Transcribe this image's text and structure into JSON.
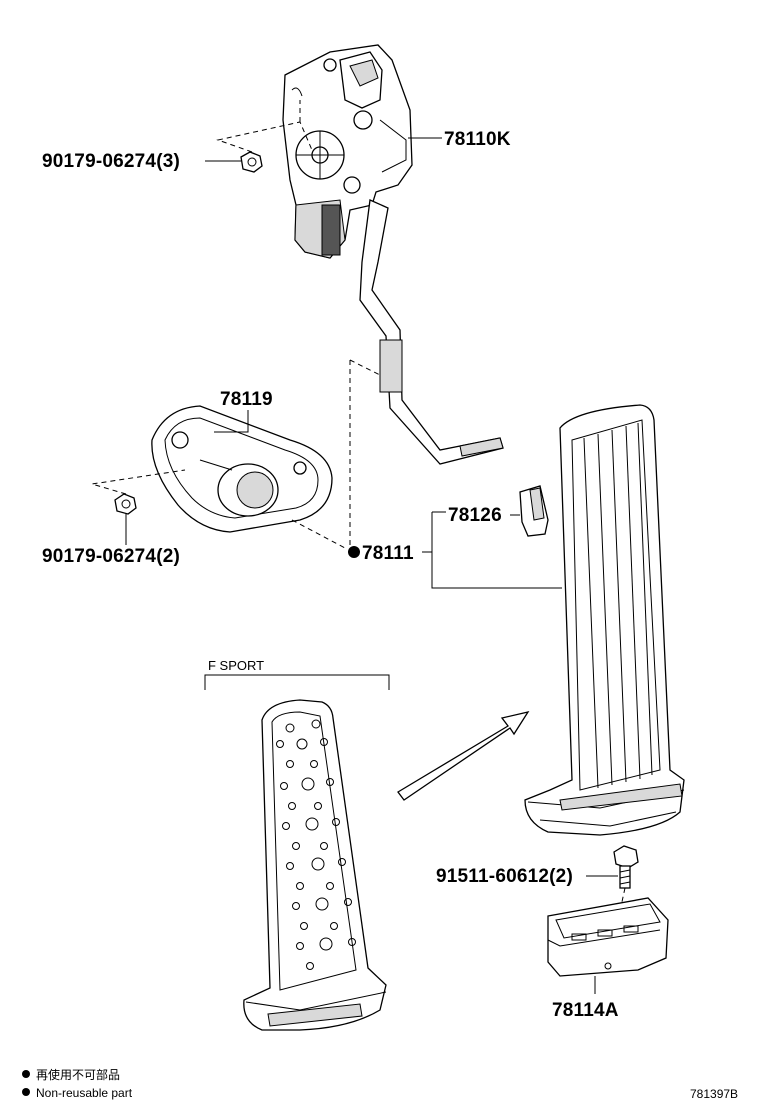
{
  "labels": {
    "pedal_assembly": "78110K",
    "nut_upper": "90179-06274(3)",
    "bracket": "78119",
    "nut_lower": "90179-06274(2)",
    "pedal_arm": "78111",
    "pad_clip": "78126",
    "variant": "F SPORT",
    "bolt": "91511-60612(2)",
    "stopper": "78114A",
    "diagram_number": "781397B"
  },
  "legend": {
    "japanese": "再使用不可部品",
    "english": "Non-reusable part"
  }
}
